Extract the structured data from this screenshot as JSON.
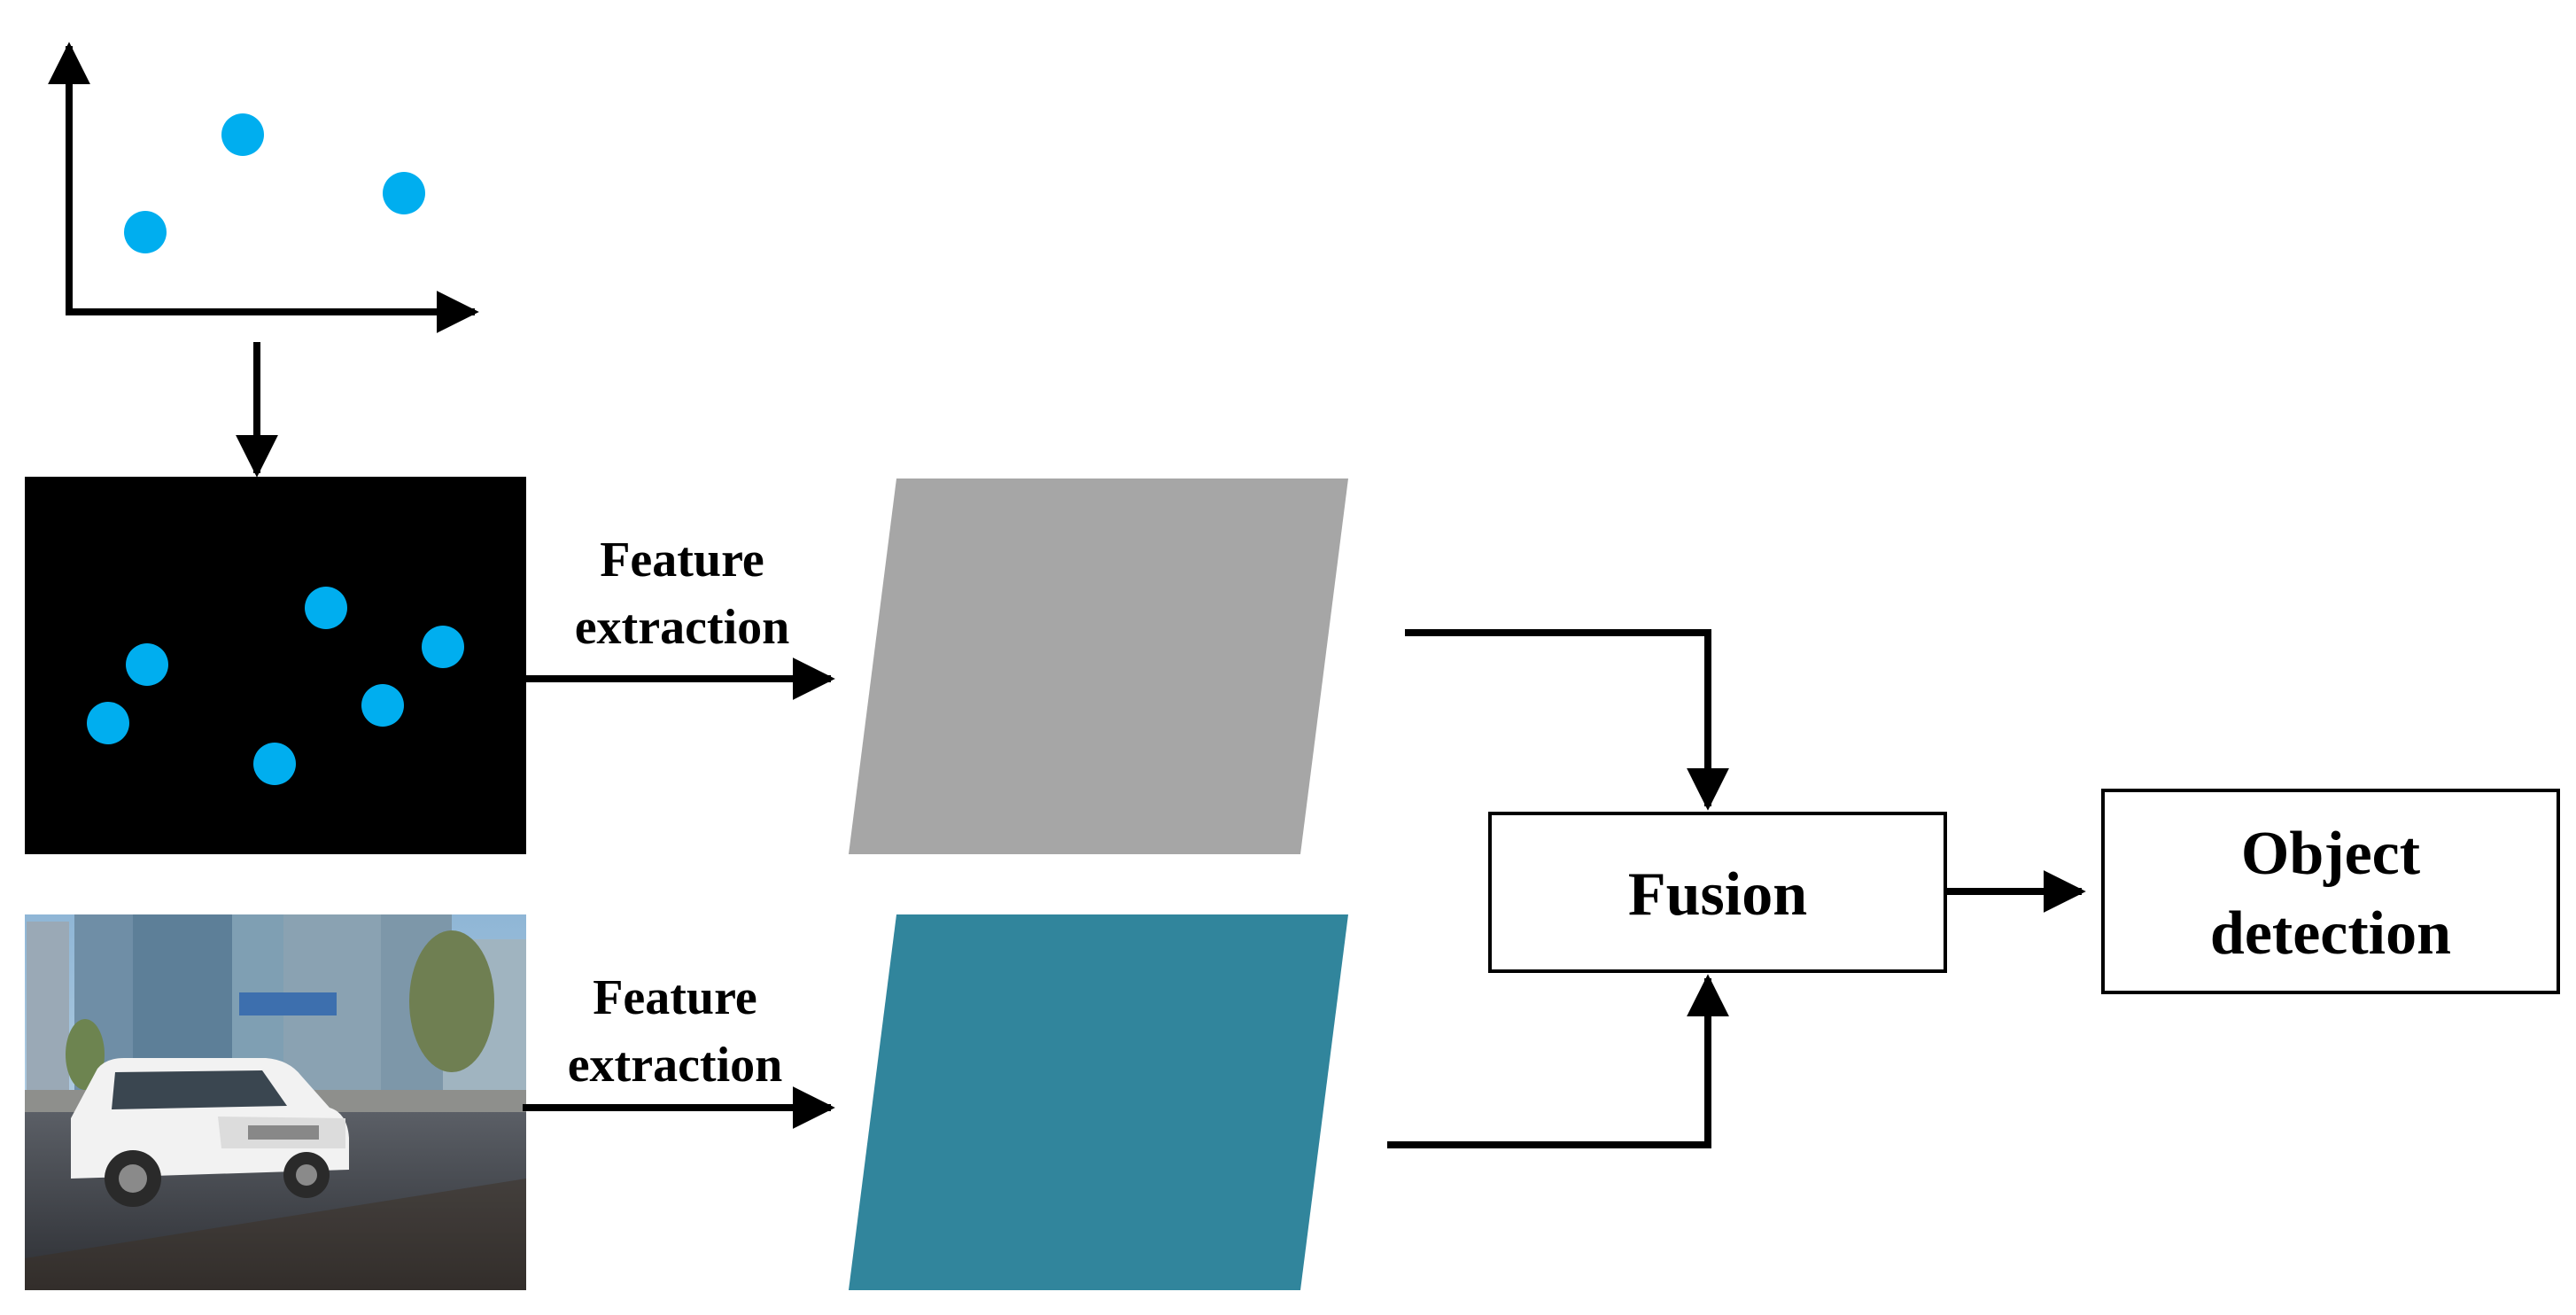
{
  "colors": {
    "point": "#00AEEF",
    "feature_map_lidar": "#A6A6A6",
    "feature_map_image": "#31859C",
    "arrow": "#000000",
    "box_border": "#000000",
    "panel_black": "#000000"
  },
  "top_plot": {
    "icon": "scatter-plot-icon"
  },
  "lidar_branch": {
    "icon": "point-cloud-projection-icon",
    "extraction_label_line1": "Feature",
    "extraction_label_line2": "extraction"
  },
  "image_branch": {
    "icon": "street-scene-photo-icon",
    "extraction_label_line1": "Feature",
    "extraction_label_line2": "extraction"
  },
  "fusion_box": {
    "label": "Fusion"
  },
  "detection_box": {
    "label_line1": "Object",
    "label_line2": "detection"
  }
}
